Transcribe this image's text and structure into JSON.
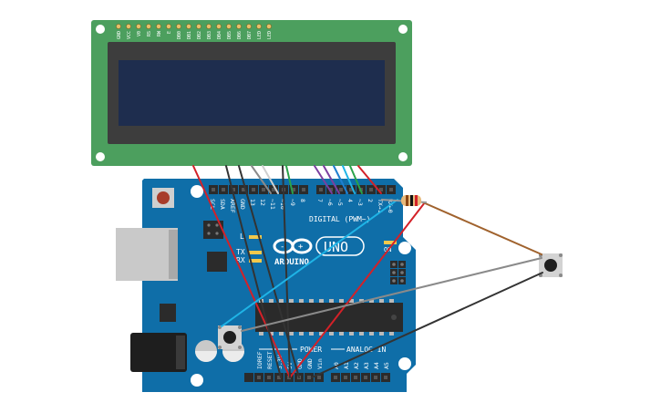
{
  "lcd": {
    "pin_labels": [
      "GND",
      "VCC",
      "V0",
      "RS",
      "RW",
      "E",
      "DB0",
      "DB1",
      "DB2",
      "DB3",
      "DB4",
      "DB5",
      "DB6",
      "DB7",
      "LED",
      "LED"
    ],
    "colors": {
      "board": "#4c9f5e",
      "frame": "#3b3b3b",
      "screen": "#1d2d4d",
      "header": "#e6c06a"
    }
  },
  "arduino": {
    "logo": "ARDUINO",
    "model": "UNO",
    "digital_label": "DIGITAL (PWM~)",
    "power_label": "POWER",
    "analog_label": "ANALOG IN",
    "tx_label": "TX",
    "rx_label": "RX",
    "l_label": "L",
    "on_label": "ON",
    "top_pin_labels": [
      "SCL",
      "SDA",
      "AREF",
      "GND",
      "13",
      "12",
      "~11",
      "~10",
      "~9",
      "8",
      "7",
      "~6",
      "~5",
      "4",
      "~3",
      "2",
      "TX→1",
      "RX←0"
    ],
    "power_pin_labels": [
      "IOREF",
      "RESET",
      "3.3V",
      "5V",
      "GND",
      "GND",
      "Vin"
    ],
    "analog_pin_labels": [
      "A0",
      "A1",
      "A2",
      "A3",
      "A4",
      "A5"
    ],
    "colors": {
      "board": "#0f6ea8",
      "board_dark": "#0a5b8c",
      "header": "#2b2b2b",
      "silk": "#ffffff"
    }
  },
  "components": {
    "resistor": "resistor",
    "button_left": "pushbutton",
    "button_right": "pushbutton"
  },
  "wire_colors": {
    "red": "#d32128",
    "black": "#333333",
    "gray": "#8a8a8a",
    "white": "#dcdcdc",
    "purple": "#7b3fa0",
    "blue": "#1f7fd0",
    "cyan": "#1fb4e6",
    "green": "#2aa34a",
    "brown": "#a0622d"
  }
}
